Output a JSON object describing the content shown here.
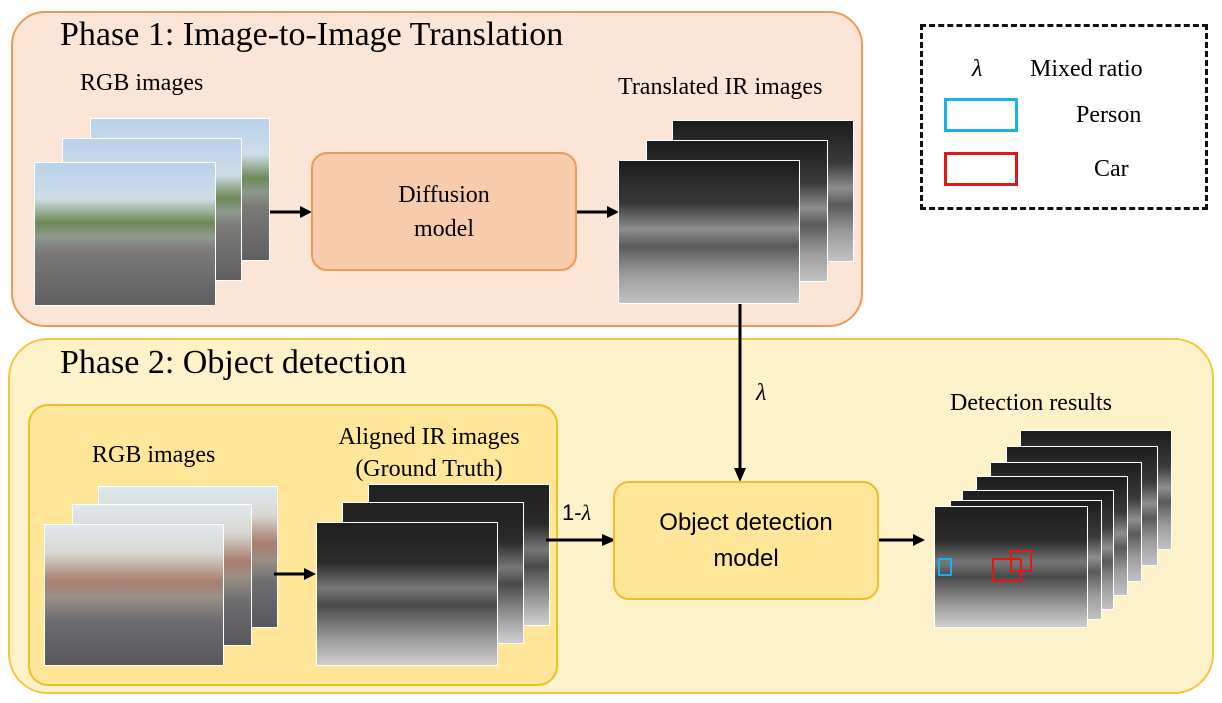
{
  "colors": {
    "phase1_bg": "#fbe5d6",
    "phase1_border": "#ed9b54",
    "phase2_bg": "#fef2cb",
    "phase2_border": "#f3c63e",
    "diffusion_box": "#f8cbad",
    "detector_box": "#ffe699",
    "person_box": "#1ab0e8",
    "car_box": "#e01818"
  },
  "phase1": {
    "title": "Phase 1: Image-to-Image Translation",
    "rgb_label": "RGB images",
    "model_line1": "Diffusion",
    "model_line2": "model",
    "translated_label": "Translated IR images"
  },
  "phase2": {
    "title": "Phase 2: Object detection",
    "rgb_label": "RGB images",
    "aligned_line1": "Aligned IR images",
    "aligned_line2": "(Ground Truth)",
    "model_line1": "Object detection",
    "model_line2": "model",
    "results_label": "Detection results"
  },
  "arrows": {
    "lambda_label": "λ",
    "one_minus_prefix": "1-",
    "one_minus_symbol": "λ"
  },
  "legend": {
    "symbol": "λ",
    "mixed_label": "Mixed ratio",
    "person_label": "Person",
    "car_label": "Car"
  }
}
